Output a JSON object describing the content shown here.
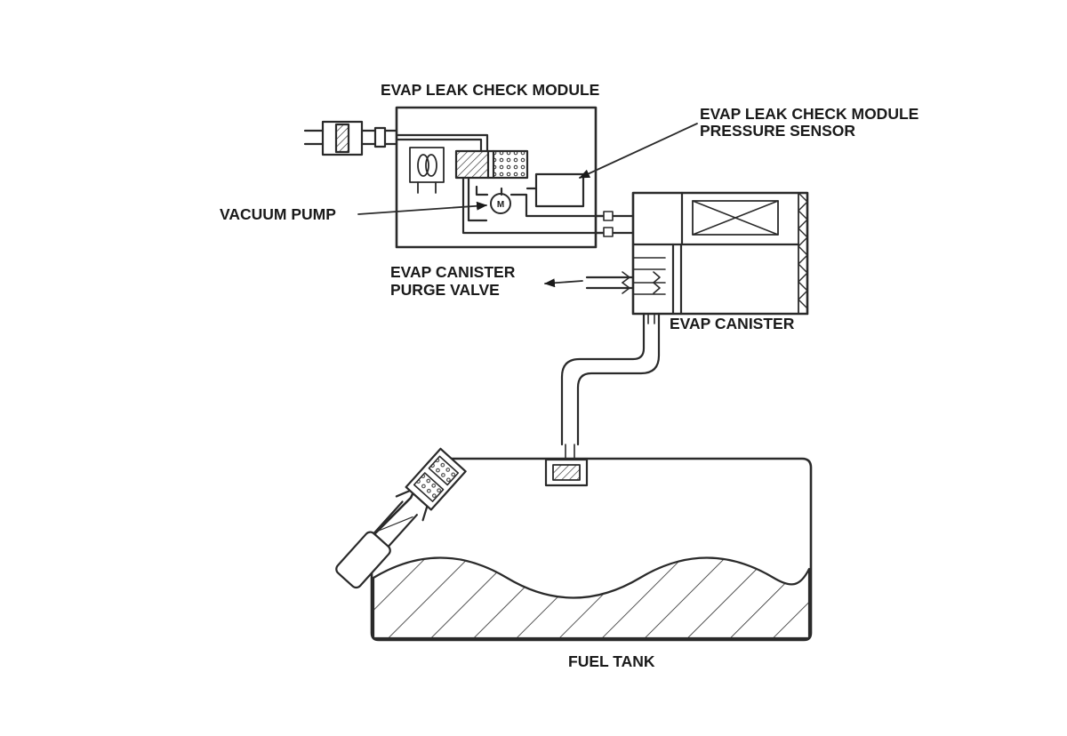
{
  "labels": {
    "module": "EVAP LEAK CHECK MODULE",
    "sensor_line1": "EVAP LEAK CHECK MODULE",
    "sensor_line2": "PRESSURE SENSOR",
    "pump": "VACUUM PUMP",
    "purge_line1": "EVAP CANISTER",
    "purge_line2": "PURGE VALVE",
    "canister": "EVAP CANISTER",
    "tank": "FUEL TANK",
    "motor_mark": "M"
  },
  "colors": {
    "line": "#2a2a2a",
    "background": "#ffffff"
  }
}
